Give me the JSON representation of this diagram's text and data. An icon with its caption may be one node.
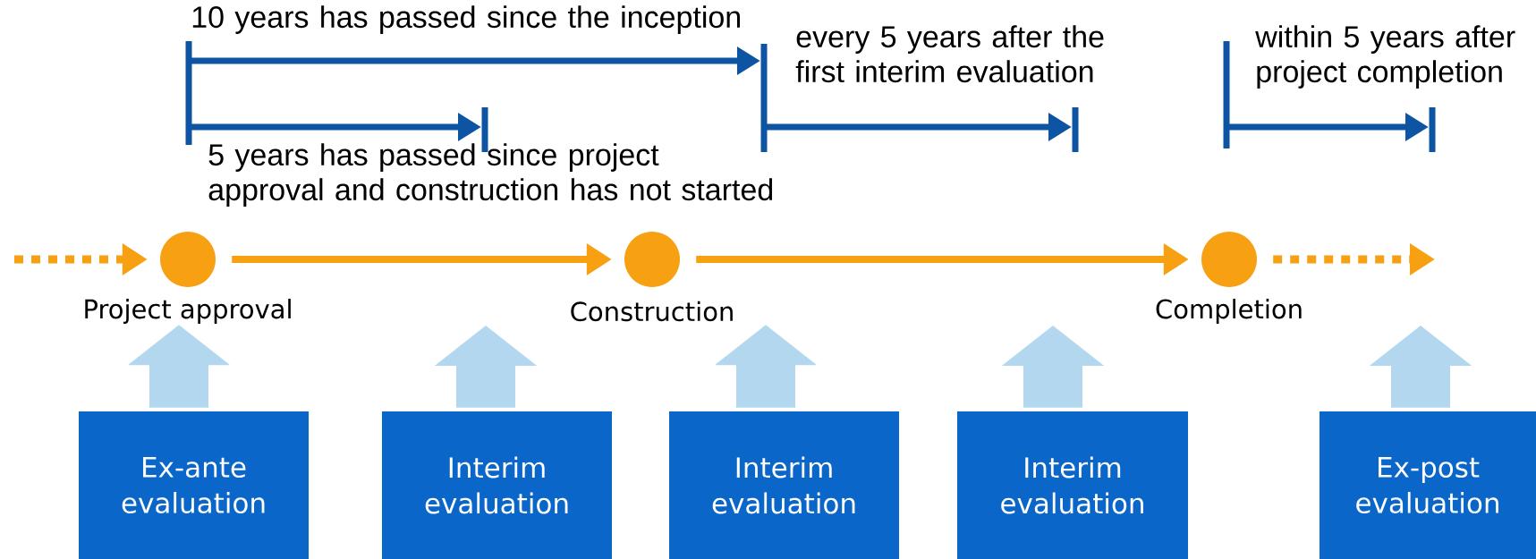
{
  "diagram": {
    "nodes": [
      {
        "text": [],
        "shape": "circle",
        "beside": [
          "Project approval"
        ]
      },
      {
        "text": [],
        "shape": "circle",
        "beside": [
          "Construction"
        ]
      },
      {
        "text": [],
        "shape": "circle",
        "beside": [
          "Completion"
        ]
      },
      {
        "text": [
          "Ex-ante evaluation"
        ]
      },
      {
        "text": [
          "Interim evaluation"
        ]
      },
      {
        "text": [
          "Interim evaluation"
        ]
      },
      {
        "text": [
          "Interim evaluation"
        ]
      },
      {
        "text": [
          "Ex-post evaluation"
        ]
      }
    ],
    "edges": [
      {
        "from": null,
        "to": 0,
        "arrow": "to",
        "style": "dashed",
        "color": "#f7a012"
      },
      {
        "from": 0,
        "to": 1,
        "arrow": "to",
        "color": "#f7a012"
      },
      {
        "from": 1,
        "to": 2,
        "arrow": "to",
        "color": "#f7a012"
      },
      {
        "from": 2,
        "to": null,
        "arrow": "to",
        "style": "dashed",
        "color": "#f7a012"
      },
      {
        "from": 3,
        "to": 0,
        "arrow": "to"
      },
      {
        "from": 4,
        "to": null,
        "arrow": "to"
      },
      {
        "from": 5,
        "to": 1,
        "arrow": "to"
      },
      {
        "from": 6,
        "to": null,
        "arrow": "to"
      },
      {
        "from": 7,
        "to": null,
        "arrow": "to"
      }
    ],
    "labels": [
      "10 years has passed since the inception",
      "every 5 years after the first interim evaluation",
      "within 5 years after project completion",
      "5 years has passed since project approval and construction has not started"
    ]
  }
}
